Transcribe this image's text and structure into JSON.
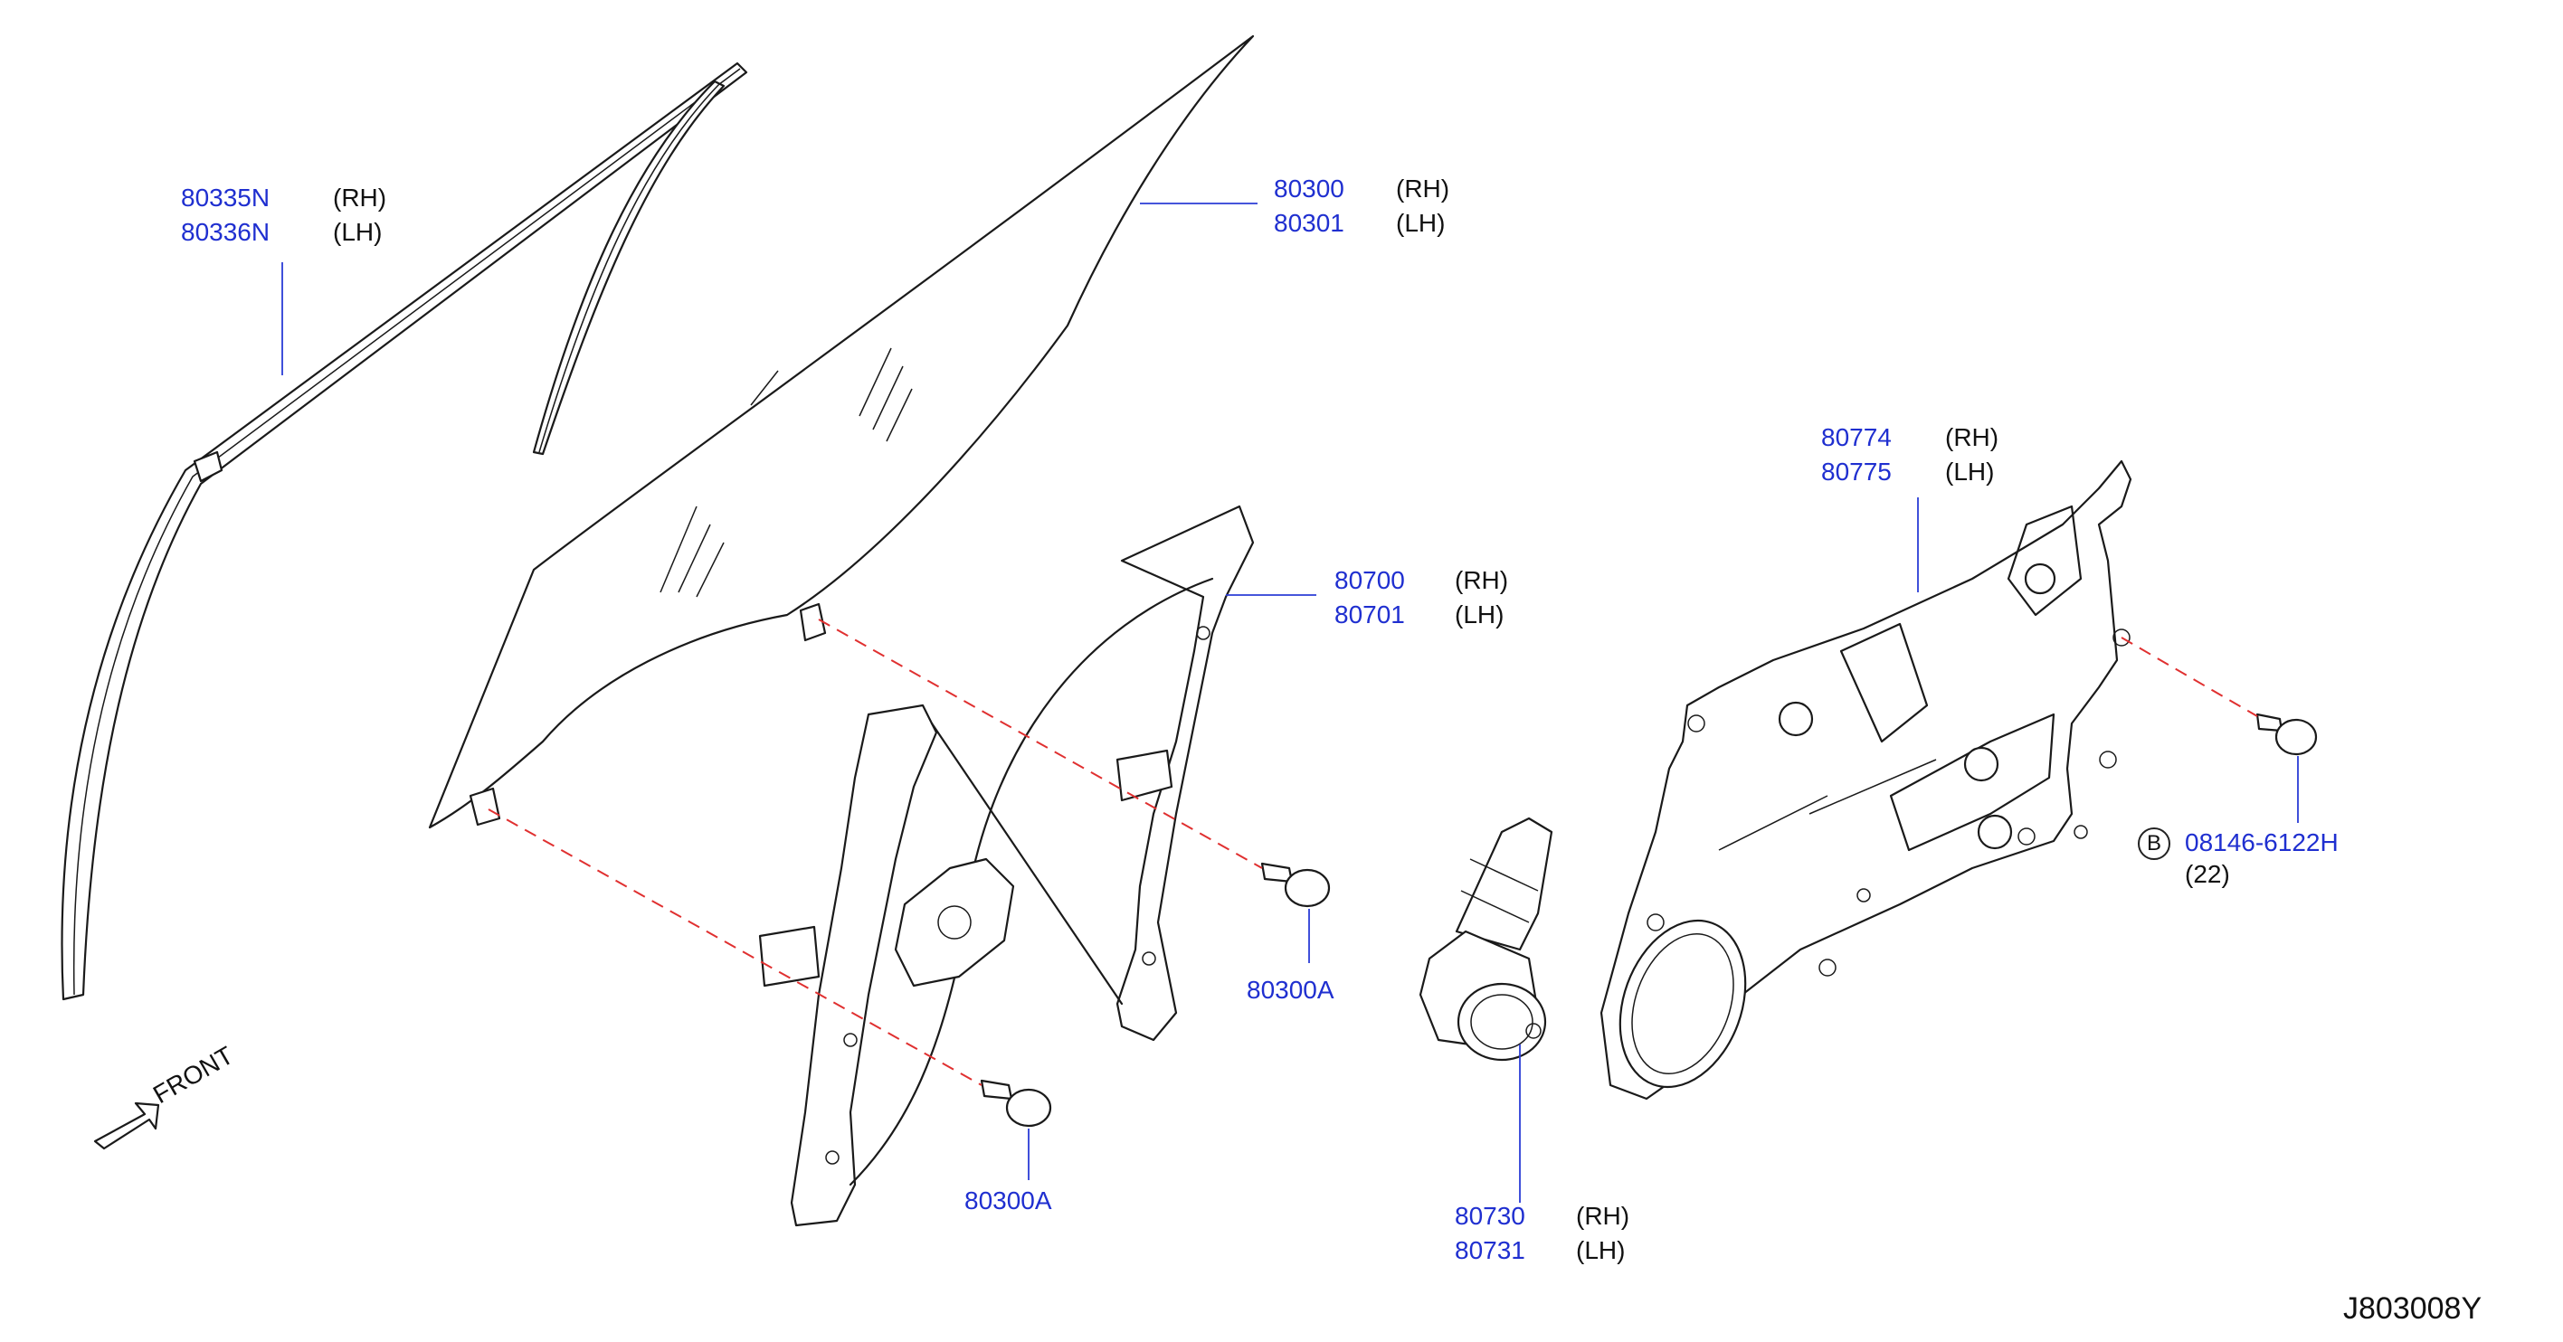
{
  "callouts": {
    "sash": {
      "pn_rh": "80335N",
      "pn_lh": "80336N",
      "rh": "(RH)",
      "lh": "(LH)"
    },
    "glass": {
      "pn_rh": "80300",
      "pn_lh": "80301",
      "rh": "(RH)",
      "lh": "(LH)"
    },
    "regulator": {
      "pn_rh": "80700",
      "pn_lh": "80701",
      "rh": "(RH)",
      "lh": "(LH)"
    },
    "panel": {
      "pn_rh": "80774",
      "pn_lh": "80775",
      "rh": "(RH)",
      "lh": "(LH)"
    },
    "motor": {
      "pn_rh": "80730",
      "pn_lh": "80731",
      "rh": "(RH)",
      "lh": "(LH)"
    },
    "bolt_upper": {
      "pn": "80300A"
    },
    "bolt_lower": {
      "pn": "80300A"
    },
    "panel_bolt": {
      "marker": "B",
      "pn": "08146-6122H",
      "qty": "(22)"
    }
  },
  "front_label": "FRONT",
  "diagram_code": "J803008Y",
  "colors": {
    "part_number": "#1f2fd0",
    "leader": "#2b3dd6",
    "alignment_dash": "#e03030",
    "outline": "#1a1a1a"
  }
}
